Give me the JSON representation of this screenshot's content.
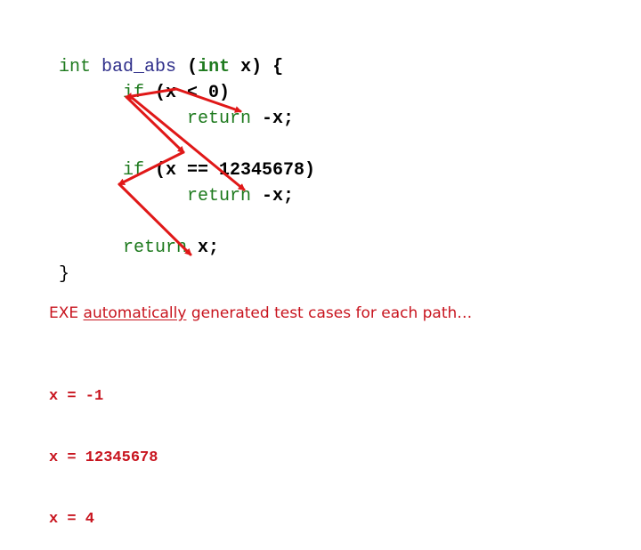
{
  "code": {
    "line1": {
      "kw_int": "int",
      "fn_name": "bad_abs",
      "params_open": "(",
      "param_type": "int",
      "param_rest": "x) {"
    },
    "line2": {
      "kw": "if",
      "cond": "(x < 0)"
    },
    "line3": {
      "kw": "return",
      "expr": "-x;"
    },
    "line4": {
      "kw": "if",
      "cond": "(x == 12345678)"
    },
    "line5": {
      "kw": "return",
      "expr": "-x;"
    },
    "line6": {
      "kw": "return",
      "expr": "x;"
    },
    "line7": {
      "close": "}"
    }
  },
  "note": {
    "prefix": "EXE ",
    "underlined": "automatically",
    "suffix": " generated test cases for each path…"
  },
  "test_cases": [
    "x = -1",
    "x = 12345678",
    "x = 4"
  ],
  "colors": {
    "keyword": "#1e7a1e",
    "function_name": "#2e2e8a",
    "arrow": "#e01818",
    "note": "#c8141e"
  }
}
